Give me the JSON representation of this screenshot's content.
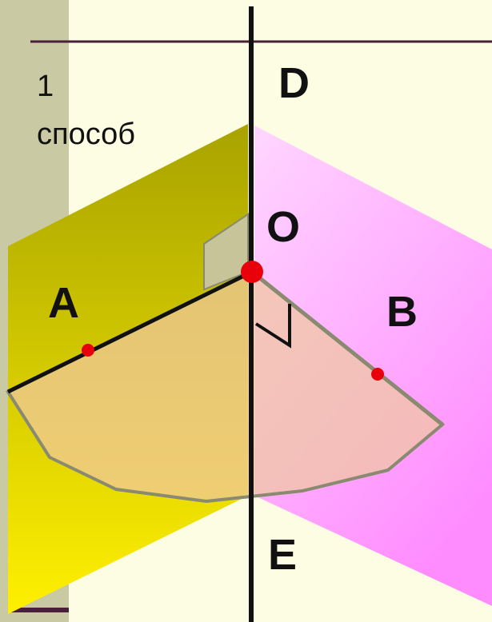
{
  "caption": {
    "number": "1",
    "word": "способ"
  },
  "points": {
    "D": "D",
    "O": "O",
    "A": "A",
    "B": "B",
    "E": "E"
  },
  "colors": {
    "background": "#fdfde3",
    "side_strip": "#c9c9a3",
    "plane_left_top": "#a8a300",
    "plane_left_bottom": "#fff000",
    "plane_right_top": "#ffd6ff",
    "plane_right_bottom": "#ff8cff",
    "sector_fill": "#f0c8a0",
    "sector_stroke": "#8a8a70",
    "axis": "#111111",
    "point_o": "#e8000a",
    "label_o": "#e8000a",
    "point_marker": "#e8000a",
    "top_line": "#4a1f3a"
  }
}
